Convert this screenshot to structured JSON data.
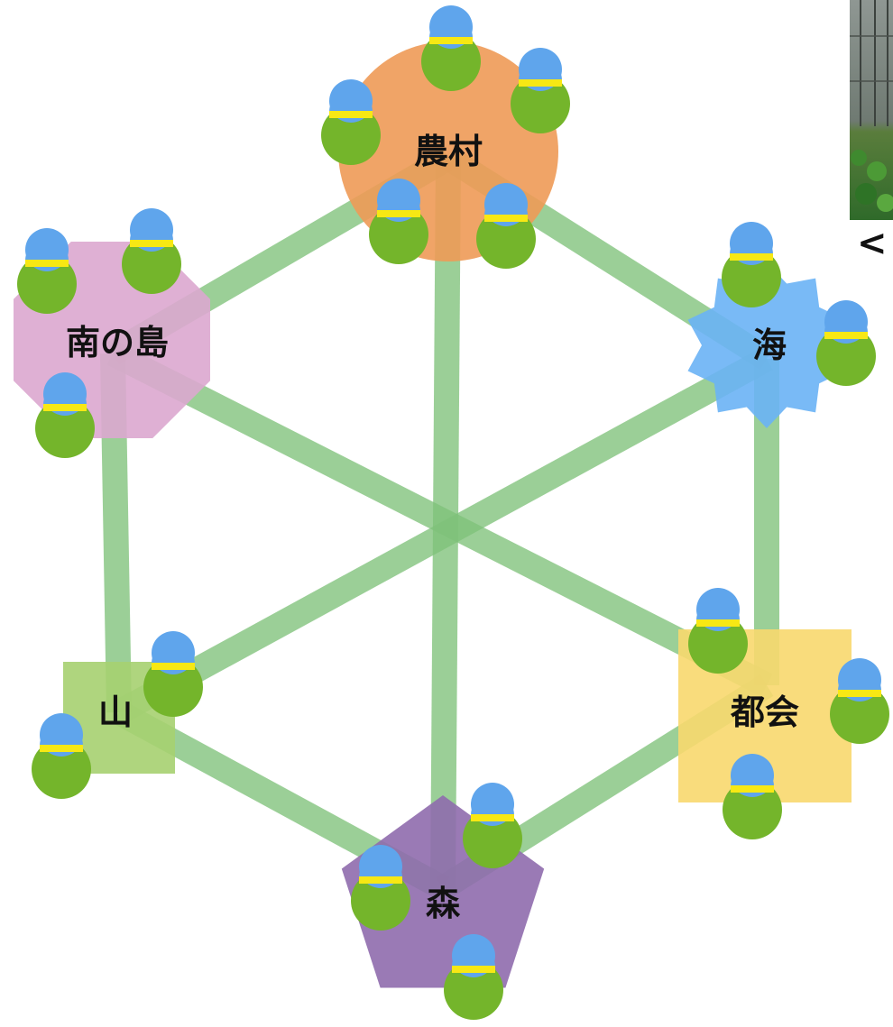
{
  "nodes": [
    {
      "id": "farm",
      "label": "農村",
      "shape": "circle",
      "color": "#ee9a57"
    },
    {
      "id": "sea",
      "label": "海",
      "shape": "star",
      "color": "#6ab3f5"
    },
    {
      "id": "city",
      "label": "都会",
      "shape": "square",
      "color": "#f8d86e"
    },
    {
      "id": "forest",
      "label": "森",
      "shape": "pentagon",
      "color": "#8f6bad"
    },
    {
      "id": "mountain",
      "label": "山",
      "shape": "square",
      "color": "#a6d070"
    },
    {
      "id": "island",
      "label": "南の島",
      "shape": "octagon",
      "color": "#dca7cf"
    }
  ],
  "edges": [
    [
      "farm",
      "sea"
    ],
    [
      "sea",
      "city"
    ],
    [
      "city",
      "forest"
    ],
    [
      "forest",
      "mountain"
    ],
    [
      "mountain",
      "island"
    ],
    [
      "island",
      "farm"
    ],
    [
      "farm",
      "forest"
    ],
    [
      "island",
      "city"
    ],
    [
      "sea",
      "mountain"
    ]
  ],
  "person_counts": {
    "farm": 5,
    "sea": 2,
    "city": 3,
    "forest": 3,
    "mountain": 2,
    "island": 3
  },
  "colors": {
    "edge": "#7fc27a",
    "person_body": "#74b52b",
    "person_head": "#5fa5ec",
    "person_band": "#f7e814"
  },
  "icons": {
    "back": "chevron-left-icon"
  },
  "back_label": "<"
}
